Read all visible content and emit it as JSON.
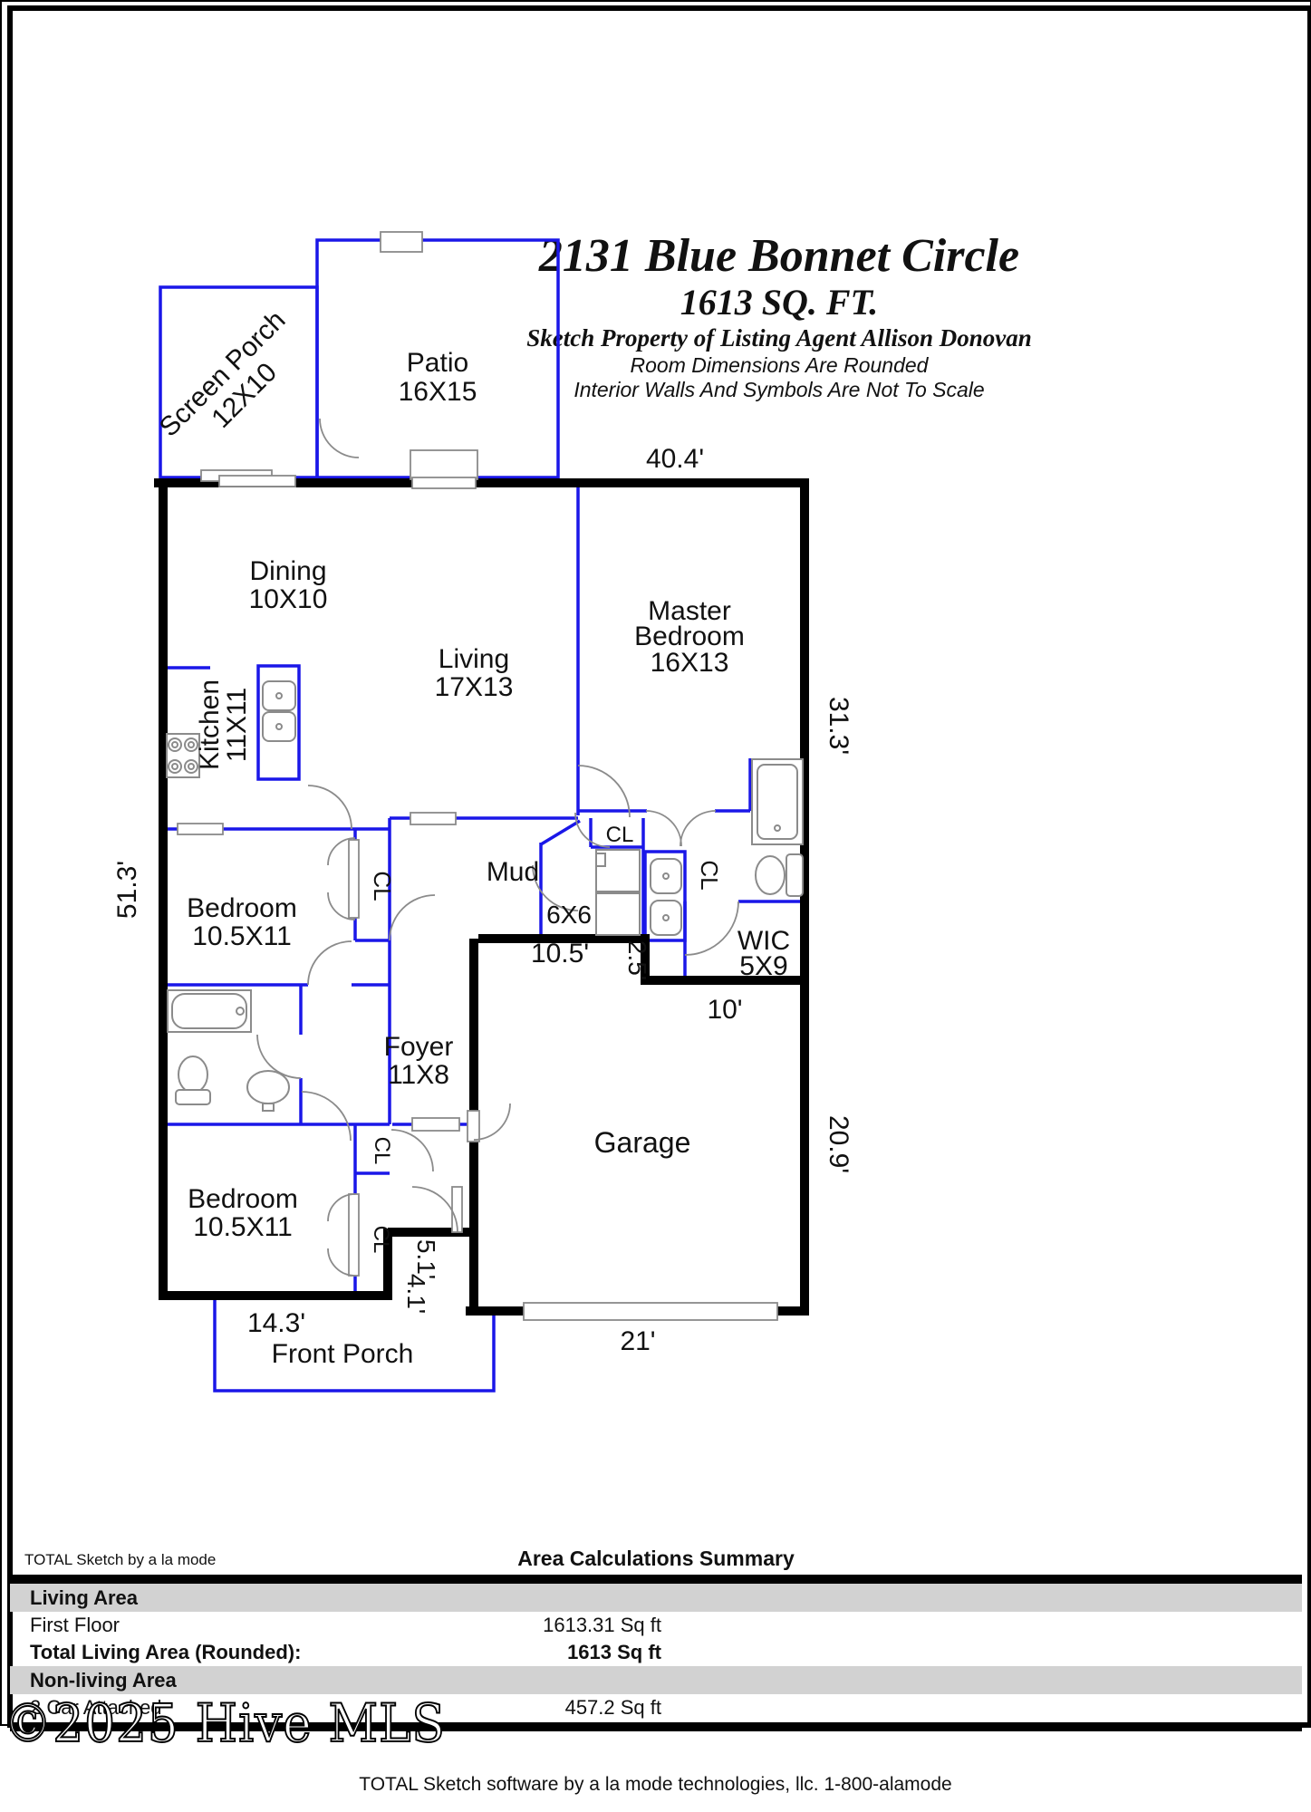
{
  "header": {
    "address": "2131 Blue Bonnet Circle",
    "square_footage": "1613 SQ. FT.",
    "credit_line": "Sketch Property of Listing Agent Allison Donovan",
    "note1": "Room Dimensions Are Rounded",
    "note2": "Interior Walls And Symbols Are Not To Scale"
  },
  "plan": {
    "rooms": {
      "screen_porch_name": "Screen Porch",
      "screen_porch_dim": "12X10",
      "patio_name": "Patio",
      "patio_dim": "16X15",
      "dining_name": "Dining",
      "dining_dim": "10X10",
      "living_name": "Living",
      "living_dim": "17X13",
      "master_line1": "Master",
      "master_line2": "Bedroom",
      "master_dim": "16X13",
      "kitchen_name": "Kitchen",
      "kitchen_dim": "11X11",
      "bedroom1_name": "Bedroom",
      "bedroom1_dim": "10.5X11",
      "bedroom2_name": "Bedroom",
      "bedroom2_dim": "10.5X11",
      "mud_name": "Mud",
      "mud_closet_dim": "6X6",
      "wic_name": "WIC",
      "wic_dim": "5X9",
      "foyer_name": "Foyer",
      "foyer_dim": "11X8",
      "garage_name": "Garage",
      "front_porch_name": "Front Porch",
      "closet": "CL"
    },
    "dimensions": {
      "top_width": "40.4'",
      "right_upper": "31.3'",
      "left_height": "51.3'",
      "garage_right": "20.9'",
      "mud_wall": "10.5'",
      "jog": "2.5'",
      "wic_wall": "10'",
      "garage_front": "21'",
      "porch_width": "14.3'",
      "entry_side_a": "5.1'",
      "entry_side_b": "4.1'"
    }
  },
  "summary": {
    "brand": "TOTAL Sketch by a la mode",
    "heading": "Area Calculations Summary",
    "living_header": "Living Area",
    "rows": {
      "first_floor_label": "First Floor",
      "first_floor_value": "1613.31 Sq ft",
      "total_label": "Total Living Area (Rounded):",
      "total_value": "1613 Sq ft",
      "nonliving_header": "Non-living Area",
      "car_label": "2 Car Attached",
      "car_value": "457.2 Sq ft"
    }
  },
  "watermark": "©2025 Hive MLS",
  "footer": "TOTAL Sketch software by a la mode technologies, llc. 1-800-alamode",
  "colors": {
    "exterior_wall": "#000000",
    "interior_wall": "#1a17e8",
    "fixture": "#8b8b8b",
    "table_band": "#d2d2d2"
  }
}
